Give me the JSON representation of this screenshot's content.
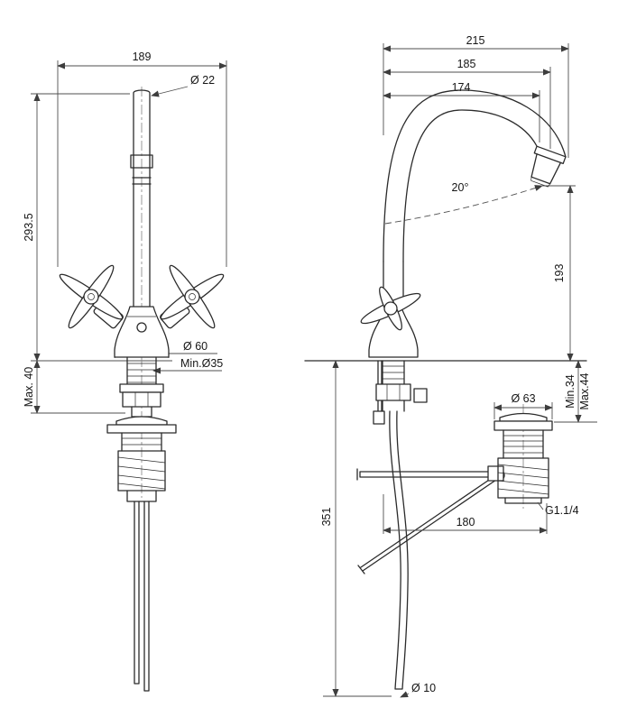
{
  "colors": {
    "outline": "#2b2b2b",
    "dimension_line": "#4f4f4f"
  },
  "views": {
    "front": {
      "width": "189",
      "spout_diameter": "Ø 22",
      "height": "293.5",
      "max_deck_thickness": "Max. 40",
      "base_diameter": "Ø 60",
      "min_hole_diameter": "Min.Ø35"
    },
    "side": {
      "reach_total": "215",
      "reach_outer": "185",
      "reach_inner": "174",
      "nozzle_angle": "20°",
      "spout_height": "193",
      "drain_diameter": "Ø 63",
      "deck_min": "Min.34",
      "deck_max": "Max.44",
      "drain_thread": "G1.1/4",
      "drain_offset": "180",
      "below_deck_length": "351",
      "hose_diameter": "Ø 10"
    }
  }
}
